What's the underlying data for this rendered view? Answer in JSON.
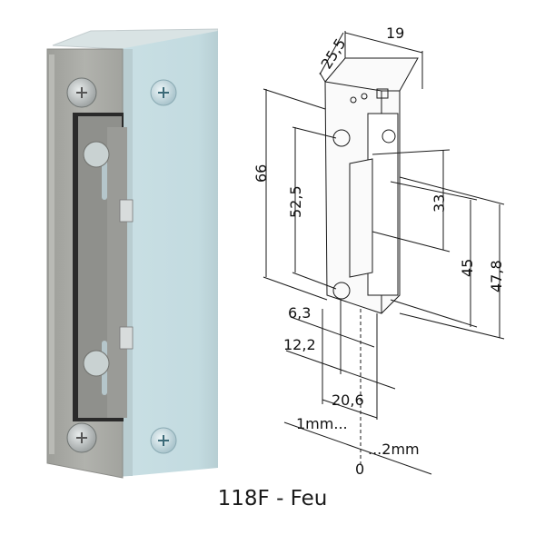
{
  "product": {
    "caption": "118F - Feu",
    "colors": {
      "faceplate": "#a7a8a3",
      "housing": "#c5dde2",
      "housing_shadow": "#b3ccd2",
      "dark_gap": "#1c1c1c",
      "screw": "#bfc4c4",
      "line": "#1a1a1a"
    }
  },
  "drawing": {
    "dimensions": {
      "depth": "25,5",
      "width": "19",
      "total_height": "66",
      "screw_spacing": "52,5",
      "latch_height": "33",
      "opening_height": "45",
      "faceplate_height": "47,8",
      "offset_small": "6,3",
      "offset_medium": "12,2",
      "faceplate_width": "20,6",
      "adjust_left": "1mm...",
      "adjust_right": "...2mm",
      "adjust_zero": "0"
    }
  }
}
